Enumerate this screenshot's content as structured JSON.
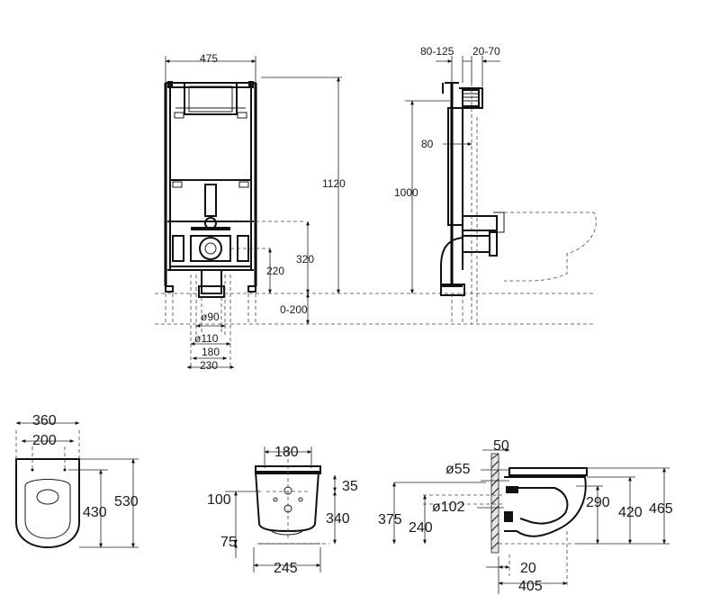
{
  "frame_front": {
    "width": "475",
    "height": "1120",
    "flush_h": "320",
    "drain_h": "220",
    "floor_range": "0-200",
    "pipe_90": "ø90",
    "pipe_110": "ø110",
    "fix_180": "180",
    "fix_230": "230"
  },
  "frame_side": {
    "depth_range": "80-125",
    "adjust": "20-70",
    "offset": "80",
    "height": "1000"
  },
  "toilet_top": {
    "width": "360",
    "hole_spacing": "200",
    "length": "530",
    "hole_distance": "430"
  },
  "toilet_rear": {
    "top_width": "180",
    "bottom_width": "245",
    "offset": "35",
    "height_100": "100",
    "height_340": "340",
    "height_75": "75"
  },
  "toilet_side": {
    "inlet_depth": "50",
    "inlet_dia": "ø55",
    "outlet_dia": "ø102",
    "h375": "375",
    "h240": "240",
    "h290": "290",
    "h420": "420",
    "h465": "465",
    "d20": "20",
    "d405": "405"
  }
}
